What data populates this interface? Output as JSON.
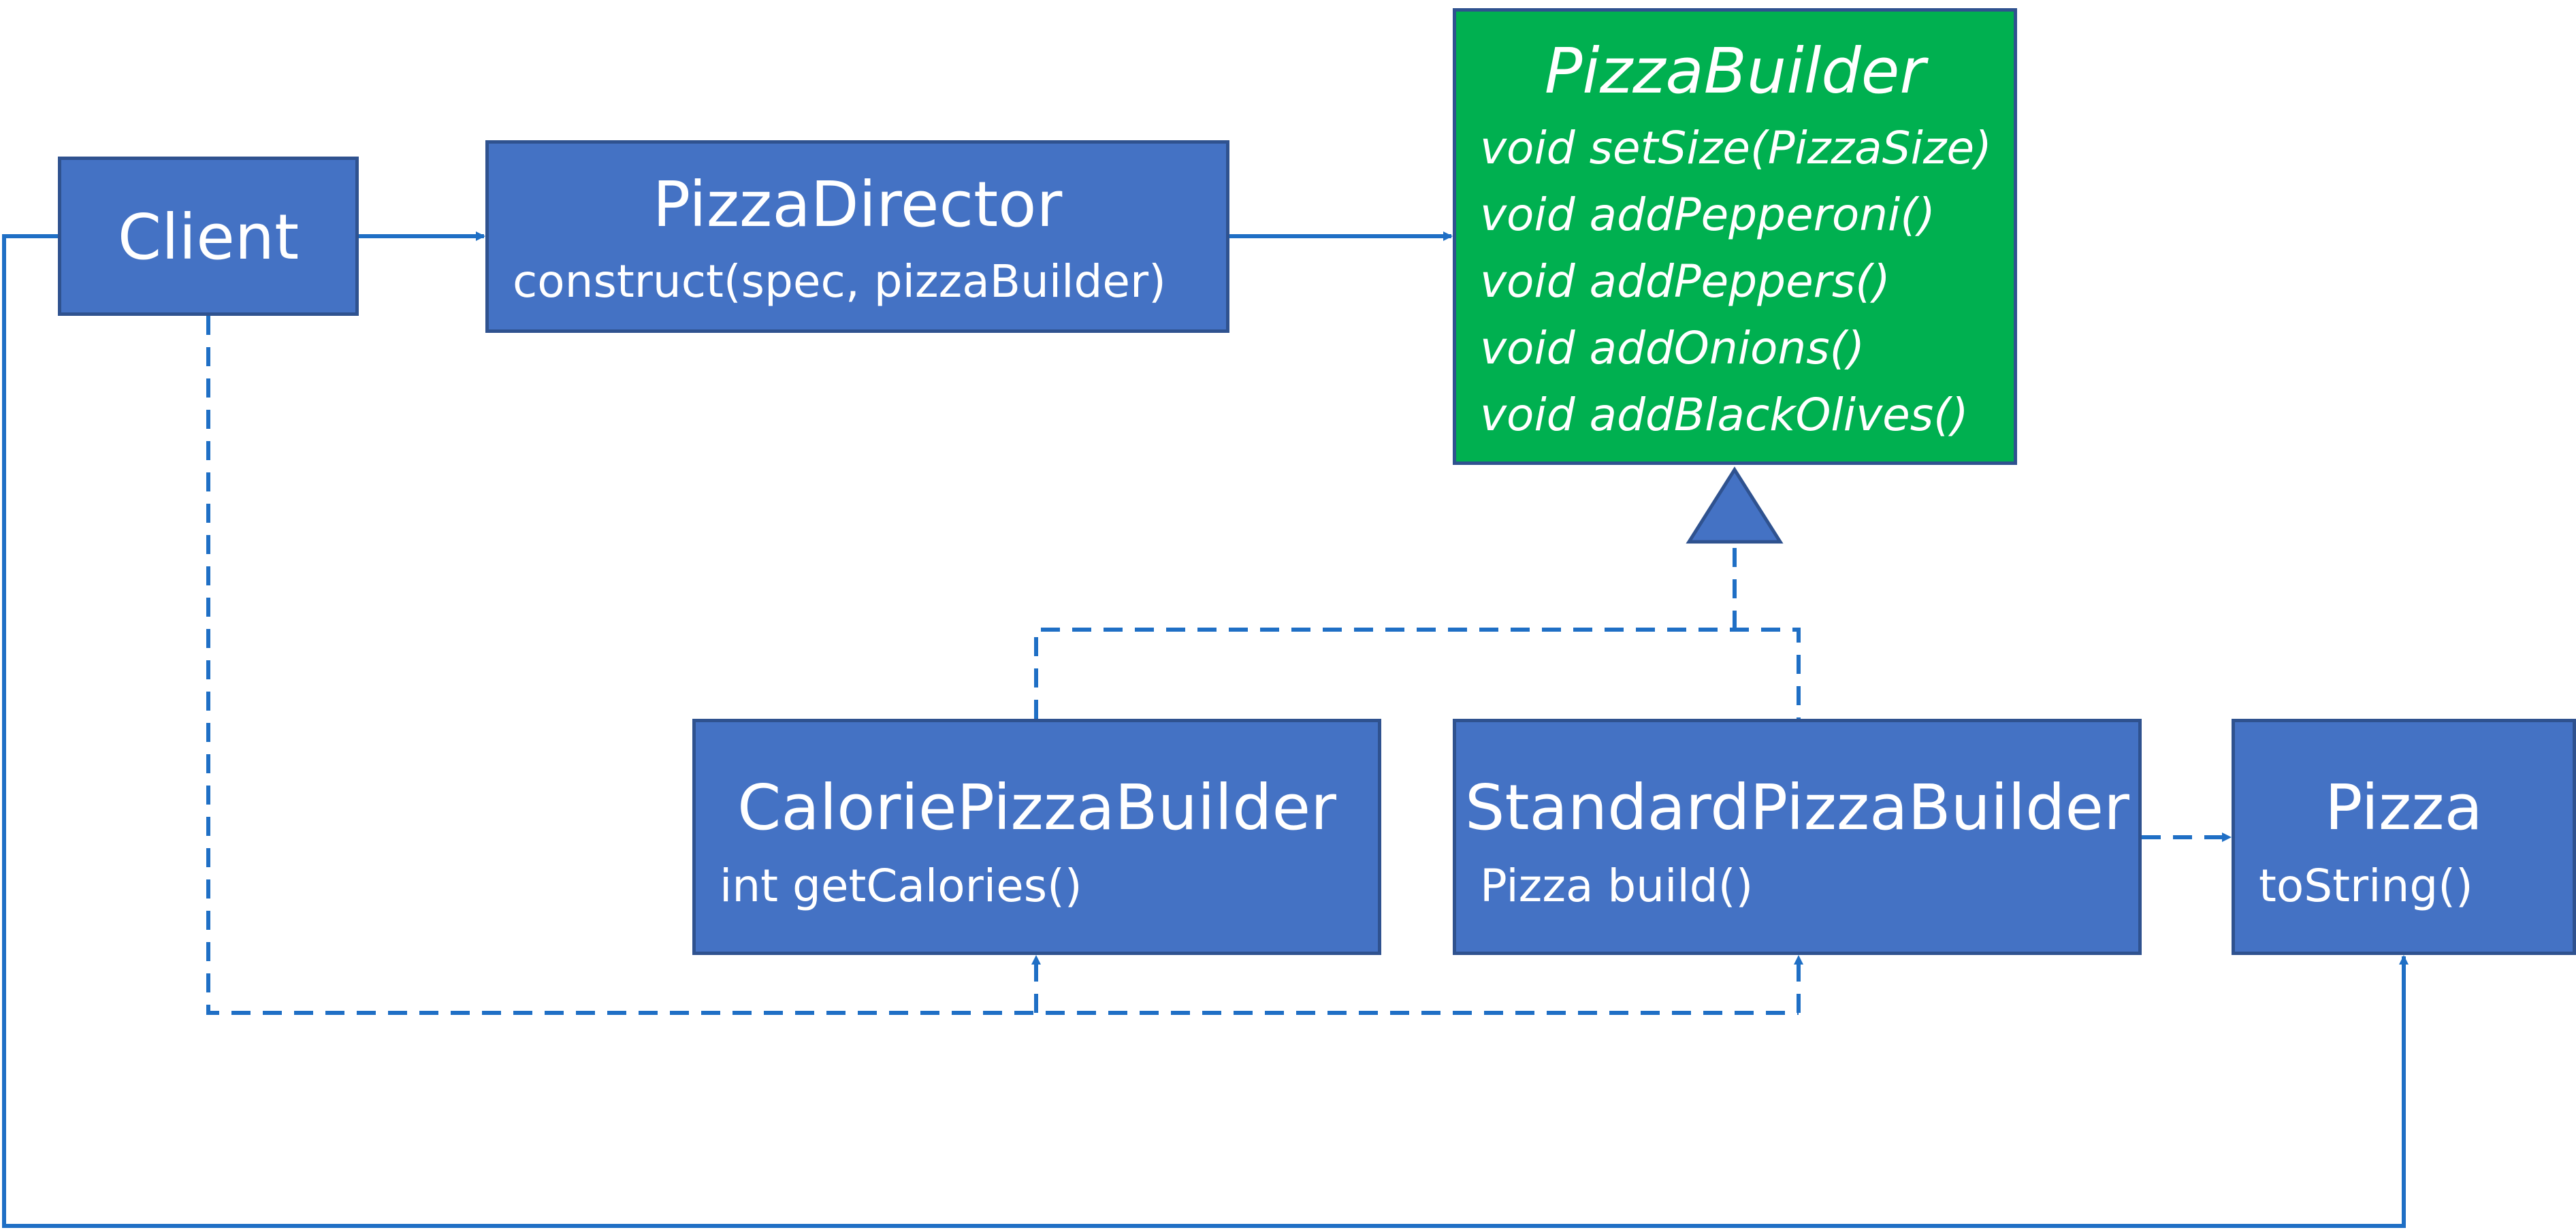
{
  "client": {
    "title": "Client"
  },
  "director": {
    "title": "PizzaDirector",
    "methods": [
      "construct(spec, pizzaBuilder)"
    ]
  },
  "builder": {
    "title": "PizzaBuilder",
    "methods": [
      "void setSize(PizzaSize)",
      "void addPepperoni()",
      "void addPeppers()",
      "void addOnions()",
      "void addBlackOlives()"
    ]
  },
  "calorie_builder": {
    "title": "CaloriePizzaBuilder",
    "methods": [
      "int getCalories()"
    ]
  },
  "standard_builder": {
    "title": "StandardPizzaBuilder",
    "methods": [
      "Pizza build()"
    ]
  },
  "pizza": {
    "title": "Pizza",
    "methods": [
      "toString()"
    ]
  },
  "colors": {
    "box_fill": "#4472c4",
    "box_border": "#2f528f",
    "interface_fill": "#00b050",
    "connector": "#1f6fc5",
    "text": "#ffffff"
  }
}
